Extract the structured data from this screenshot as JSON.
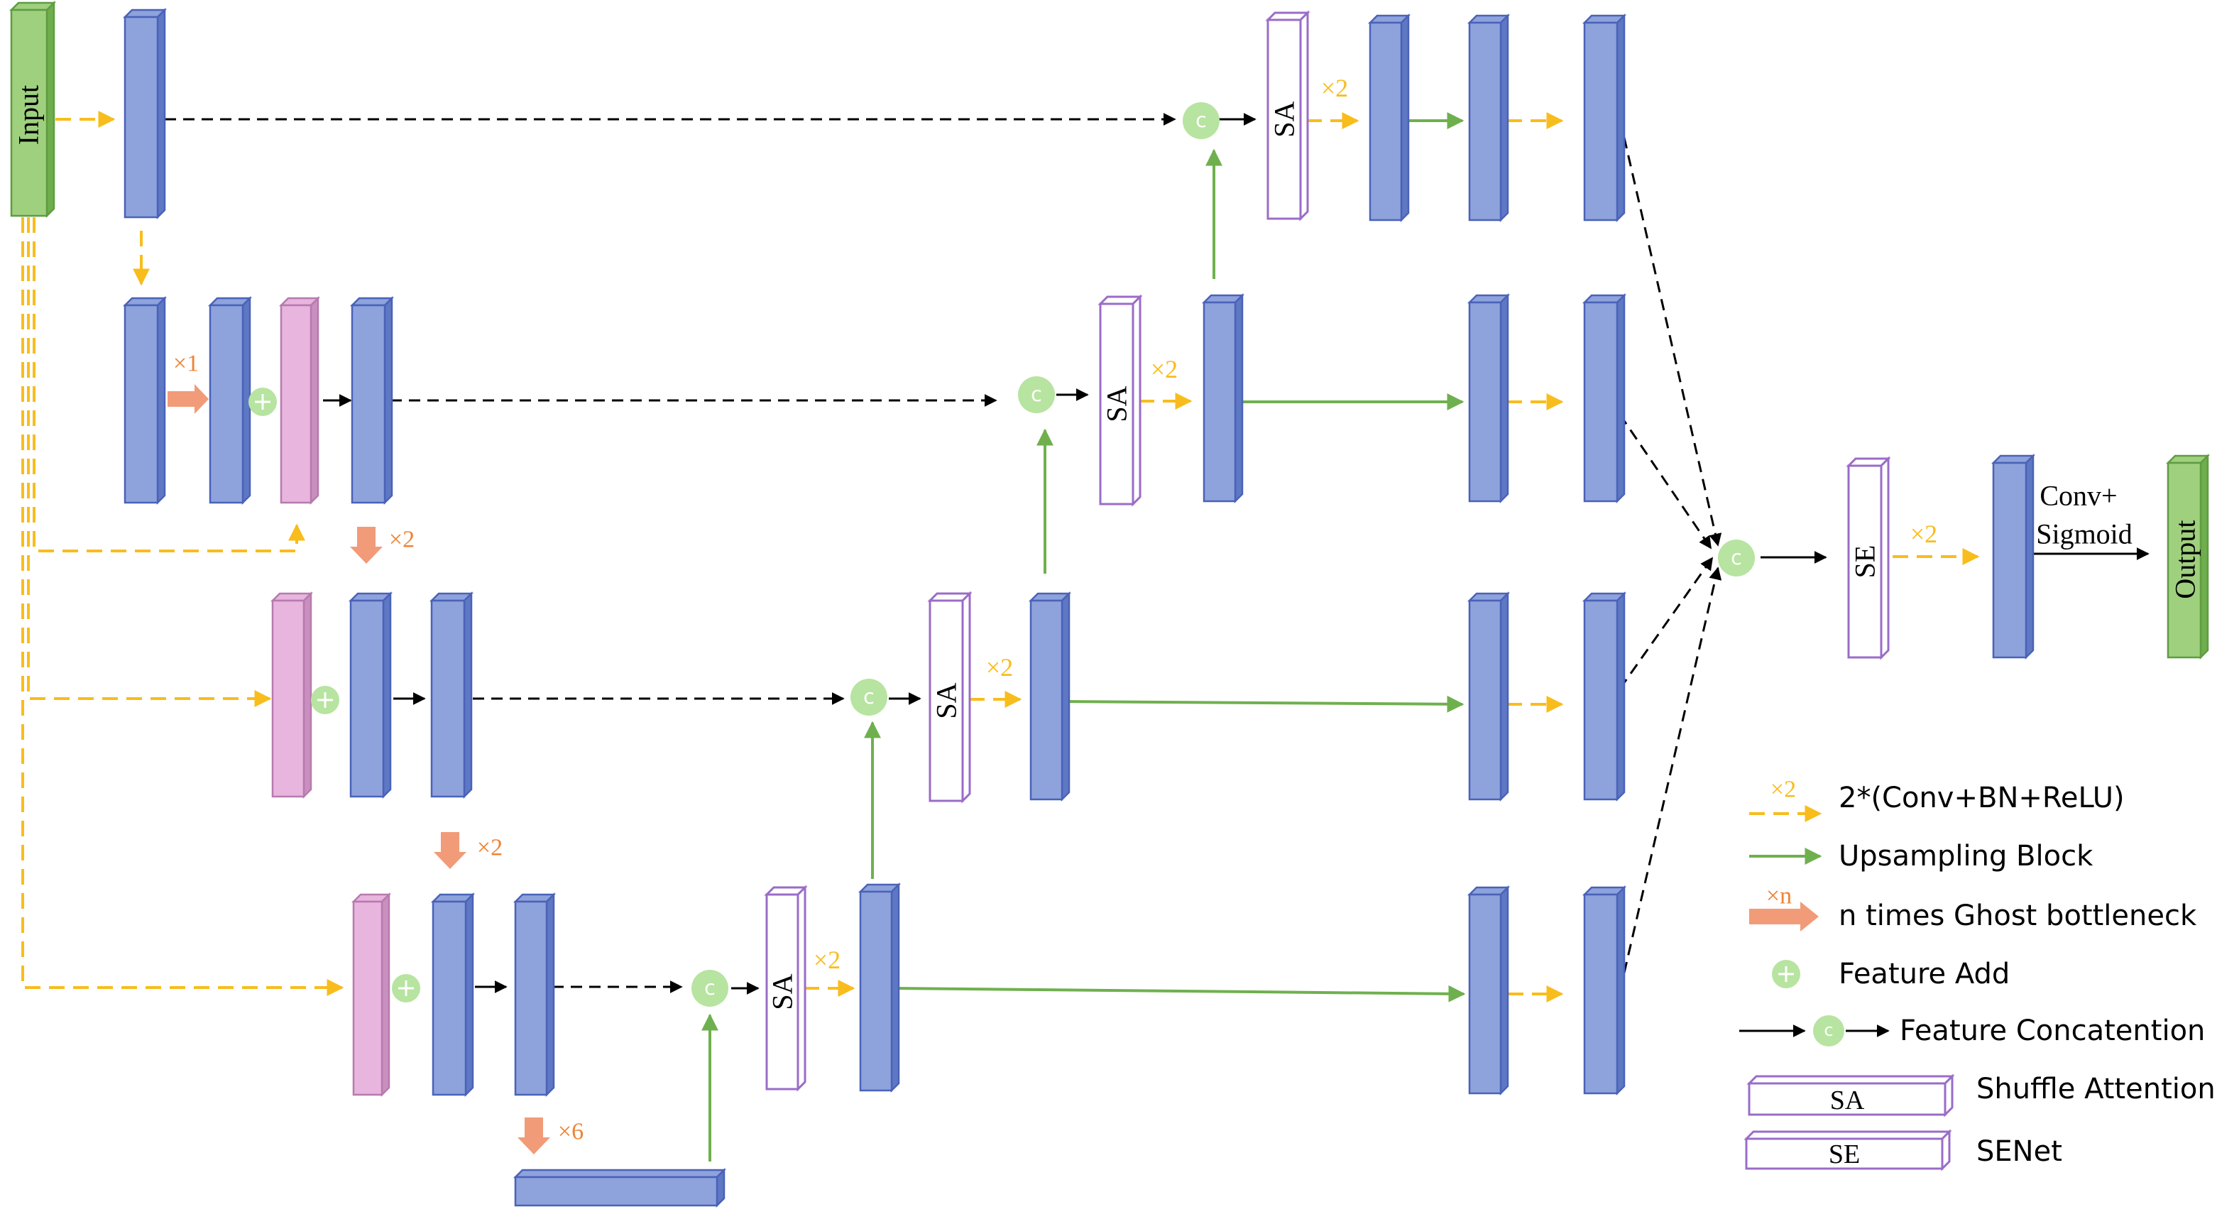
{
  "colors": {
    "block_front": "#8ea3dc",
    "block_side": "#5f78c4",
    "block_stroke": "#4a62b8",
    "ghost_front": "#e7b5de",
    "ghost_side": "#c98fbf",
    "ghost_stroke": "#b77aae",
    "io_front": "#9fd07e",
    "io_side": "#6fae4c",
    "io_stroke": "#5f9c42",
    "attn_stroke": "#9a6cc9",
    "conv_arrow": "#f8bd1c",
    "upsample_arrow": "#6fb04e",
    "ghost_arrow": "#f19b78",
    "node_fill": "#b7e4a0",
    "ghost_label": "#ee8434",
    "black": "#000000"
  },
  "labels": {
    "input": "Input",
    "output": "Output",
    "sa": "SA",
    "se": "SE",
    "concat_symbol": "c",
    "add_symbol": "+",
    "conv_times": "×2",
    "ghost_x1": "×1",
    "ghost_x2": "×2",
    "ghost_x6": "×6",
    "ghost_xn": "×n",
    "head_line1": "Conv+",
    "head_line2": "Sigmoid"
  },
  "legend": {
    "conv": "2*(Conv+BN+ReLU)",
    "upsampling": "Upsampling Block",
    "ghost": "n times Ghost bottleneck",
    "add": "Feature  Add",
    "concat": "Feature Concatention",
    "sa": "Shuffle Attention",
    "se": "SENet"
  }
}
